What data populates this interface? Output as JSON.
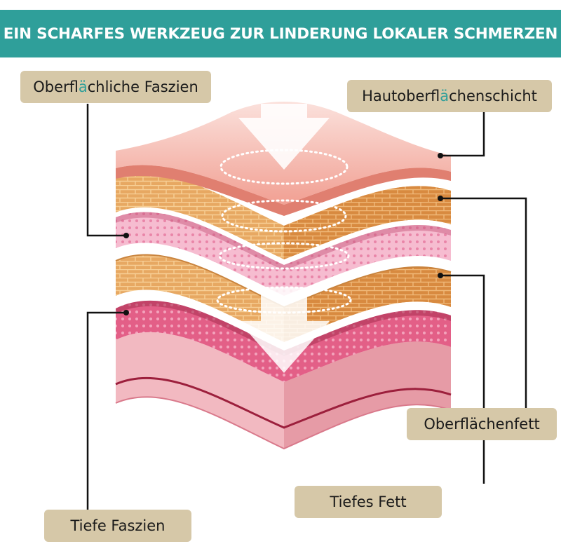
{
  "header": {
    "title": "EIN SCHARFES WERKZEUG ZUR LINDERUNG LOKALER SCHMERZEN"
  },
  "labels": {
    "superficial_fascia": {
      "prefix": "Oberfl",
      "accent": "ä",
      "suffix": "chliche Faszien"
    },
    "skin_surface_layer": {
      "prefix": "Hautoberfl",
      "accent": "ä",
      "suffix": "chenschicht"
    },
    "surface_fat": {
      "text": "Oberflächenfett"
    },
    "deep_fat": {
      "text": "Tiefes Fett"
    },
    "deep_fascia": {
      "text": "Tiefe Faszien"
    }
  },
  "colors": {
    "banner": "#2f9f9a",
    "label_bg": "#d6c8a8",
    "skin": "#f4b0a3",
    "fascia": "#e0a05a",
    "fat": "#f3aec6",
    "deep_fat": "#e05a84",
    "muscle": "#f2b9c1"
  }
}
